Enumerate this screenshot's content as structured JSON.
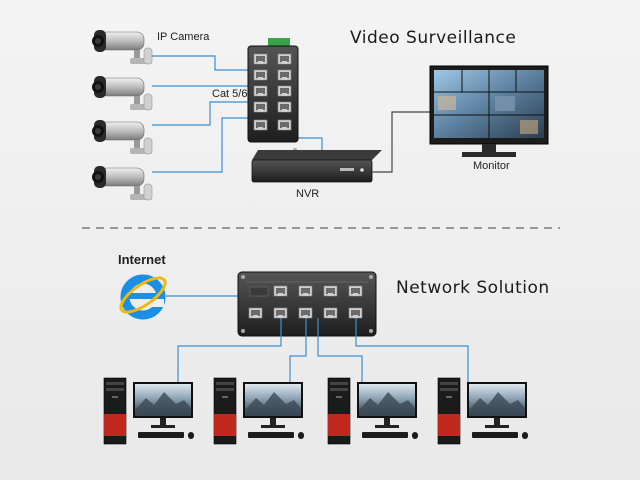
{
  "top_section": {
    "title": "Video Surveillance",
    "camera_label": "IP Camera",
    "cable_label": "Cat 5/6",
    "recorder_label": "NVR",
    "display_label": "Monitor"
  },
  "bottom_section": {
    "title": "Network Solution",
    "internet_label": "Internet"
  },
  "colors": {
    "cable": "#3a8fd6",
    "switch_body": "#2d2d2d",
    "divider": "#7a7a7a"
  },
  "icons": [
    "ip-camera-icon",
    "ethernet-switch-icon",
    "nvr-icon",
    "monitor-icon",
    "internet-explorer-icon",
    "desktop-computer-icon"
  ]
}
